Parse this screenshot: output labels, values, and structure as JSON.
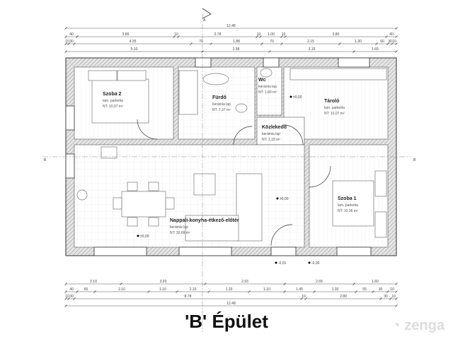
{
  "title": "'B' Épület",
  "logo": "zenga",
  "section_marker": "A",
  "section_marker_side": "B",
  "rooms": [
    {
      "name": "Szoba 2",
      "floor": "lam. parketta",
      "area": "NT: 10,07 m²"
    },
    {
      "name": "Fürdő",
      "floor": "kerámia lap",
      "area": "NT: 7,37 m²"
    },
    {
      "name": "Wc",
      "floor": "kerámia lap",
      "area": "NT: 1,60 m²"
    },
    {
      "name": "Tároló",
      "floor": "lam. parketta",
      "area": "NT: 10,07 m²"
    },
    {
      "name": "Közlekedő",
      "floor": "kerámia lap",
      "area": "NT: 1,18 m²"
    },
    {
      "name": "Nappali-konyha-étkező-előtér",
      "floor": "kerámia lap",
      "area": "NT: 32,69 m²"
    },
    {
      "name": "Szoba 1",
      "floor": "lam. parketta",
      "area": "NT: 10,36 m²"
    }
  ],
  "levels": [
    "±0,00",
    "±0,00",
    "±0,00",
    "-0,01",
    "-0,30"
  ],
  "dims_top": [
    [
      "12.48"
    ],
    [
      "40",
      "3.80",
      "10",
      "2.78",
      "10",
      "1.00",
      "10",
      "3.80",
      "40"
    ],
    [
      "10",
      "30",
      "4.35",
      "70",
      "1.88",
      "70",
      "2.15",
      "1.30",
      "60",
      "30",
      "10"
    ],
    [
      "5.10",
      "2.58",
      "3.15",
      "1.65"
    ]
  ],
  "dims_bottom": [
    [
      "2.10",
      "3.20",
      "2.93",
      "2.65",
      "1.60"
    ],
    [
      "40",
      "65",
      "2.10",
      "1.10",
      "2.10",
      "1.33",
      "1.10",
      "1.45",
      "1.30",
      "55",
      "30",
      "10"
    ],
    [
      "10",
      "30",
      "8.78",
      "10",
      "2.80",
      "30",
      "10"
    ],
    [
      "12.48"
    ]
  ]
}
